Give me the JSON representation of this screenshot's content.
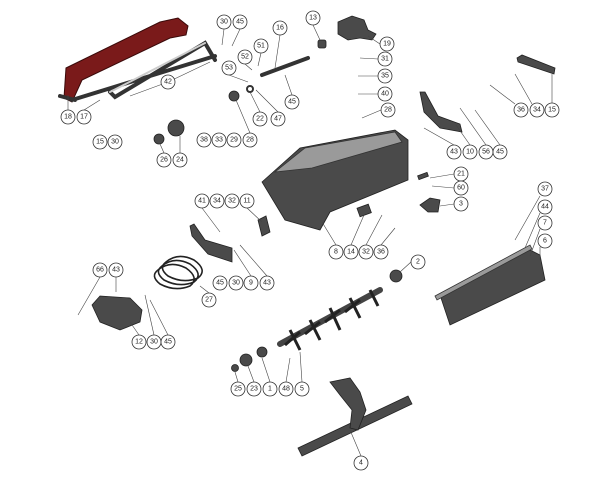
{
  "title": "Exploded parts diagram",
  "colors": {
    "guard": "#7a1a1a",
    "parts": "#4a4a4a"
  },
  "callouts": [
    "18",
    "17",
    "15",
    "30",
    "42",
    "30",
    "45",
    "16",
    "51",
    "52",
    "53",
    "45",
    "22",
    "47",
    "26",
    "24",
    "38",
    "33",
    "29",
    "28",
    "13",
    "19",
    "31",
    "35",
    "40",
    "28",
    "36",
    "34",
    "15",
    "43",
    "10",
    "56",
    "45",
    "21",
    "60",
    "3",
    "37",
    "44",
    "7",
    "6",
    "41",
    "34",
    "32",
    "11",
    "8",
    "14",
    "32",
    "36",
    "2",
    "66",
    "43",
    "45",
    "30",
    "9",
    "43",
    "27",
    "12",
    "30",
    "45",
    "25",
    "23",
    "1",
    "48",
    "5",
    "4"
  ]
}
